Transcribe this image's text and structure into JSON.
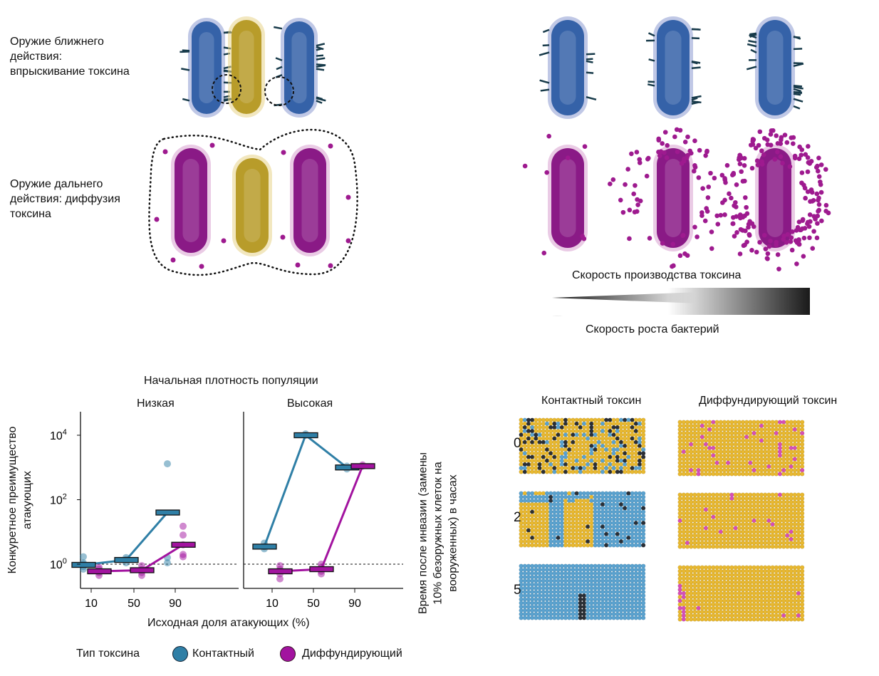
{
  "mechanisms": {
    "contact_label": [
      "Оружие ближнего",
      "действия:",
      "впрыскивание токсина"
    ],
    "diffusion_label": [
      "Оружие дальнего",
      "действия: диффузия",
      "токсина"
    ]
  },
  "gradient": {
    "top_label": "Скорость производства токсина",
    "bottom_label": "Скорость роста бактерий"
  },
  "chart_data": {
    "type": "scatter",
    "title": "Начальная плотность популяции",
    "panels": [
      "Низкая",
      "Высокая"
    ],
    "xlabel": "Исходная доля атакующих (%)",
    "ylabel": [
      "Конкуретное преимущество",
      "атакующих"
    ],
    "x_categories": [
      "10",
      "50",
      "90"
    ],
    "yscale": "log",
    "ylim": [
      0.25,
      50000
    ],
    "y_ticks": [
      {
        "v": 1,
        "base": "10",
        "exp": "0"
      },
      {
        "v": 100,
        "base": "10",
        "exp": "2"
      },
      {
        "v": 10000,
        "base": "10",
        "exp": "4"
      }
    ],
    "reference_line": 1,
    "series": [
      {
        "name": "Контактный",
        "color": "#2f7fa6",
        "median": {
          "Низкая": [
            0.95,
            1.35,
            40
          ],
          "Высокая": [
            3.5,
            10000,
            1000
          ]
        },
        "points": {
          "Низкая": [
            [
              0.7,
              0.85,
              1,
              1.1,
              1.7
            ],
            [
              1.1,
              1.4,
              1.6
            ],
            [
              1.1,
              1.6,
              1300
            ]
          ],
          "Высокая": [
            [
              3,
              3.5,
              4.5
            ],
            [
              10000,
              11000
            ],
            [
              900,
              1100
            ]
          ]
        }
      },
      {
        "name": "Диффундирующий",
        "color": "#a2139f",
        "median": {
          "Низкая": [
            0.6,
            0.65,
            4
          ],
          "Высокая": [
            0.6,
            0.7,
            1100
          ]
        },
        "points": {
          "Низкая": [
            [
              0.45,
              0.55,
              0.7,
              0.8
            ],
            [
              0.45,
              0.55,
              0.7,
              0.9
            ],
            [
              1.7,
              2,
              4,
              8,
              15
            ]
          ],
          "Высокая": [
            [
              0.35,
              0.5,
              0.7,
              0.9
            ],
            [
              0.5,
              0.6,
              0.8,
              1
            ],
            [
              1100,
              1200
            ]
          ]
        }
      }
    ],
    "legend": {
      "title": "Тип токсина",
      "position": "bottom"
    }
  },
  "simulation": {
    "columns": [
      "Контактный токсин",
      "Диффундирующий токсин"
    ],
    "ylabel": [
      "Время после инвазии (замены",
      "10% безоружных клеток на",
      "вооруженных) в часах"
    ],
    "rows": [
      "0",
      "2",
      "5"
    ]
  },
  "colors": {
    "contact": "#2f7fa6",
    "diffusing": "#a2139f",
    "unarmed": "#e8b830",
    "cell_blue": "#5aa2cf",
    "dead": "#2b2f36",
    "pink": "#d64fb7"
  }
}
